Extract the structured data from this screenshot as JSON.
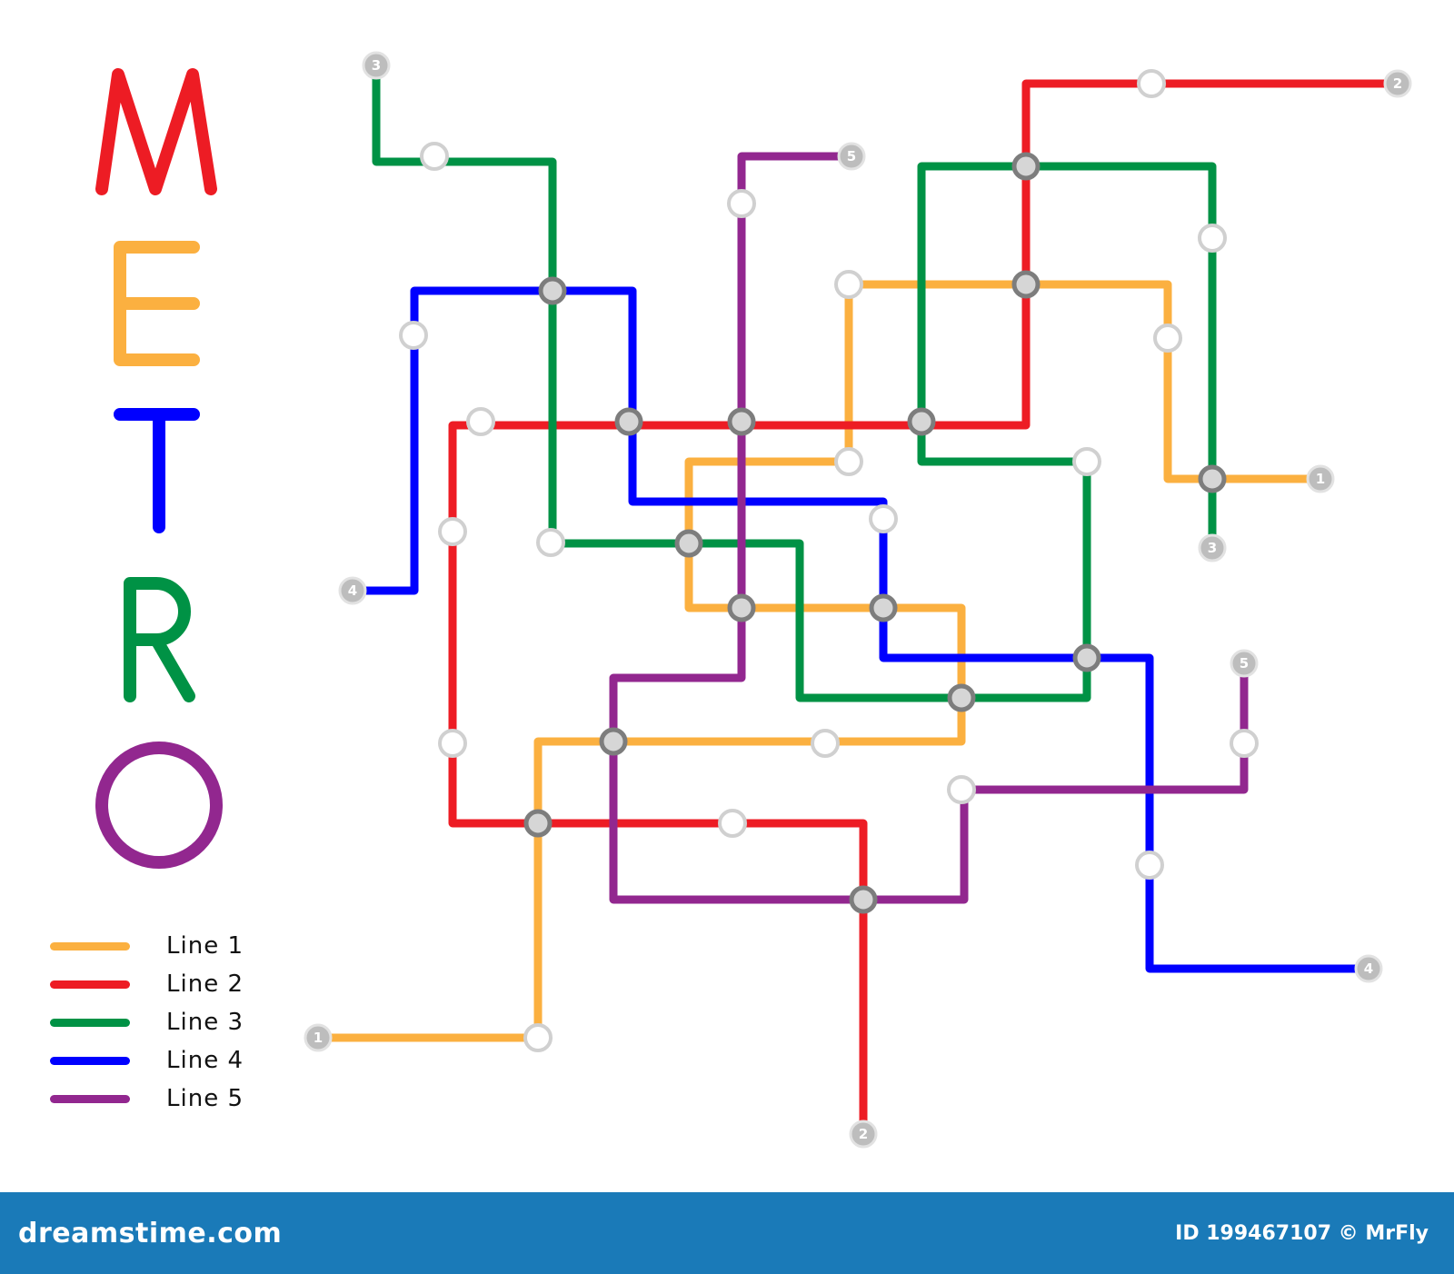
{
  "title_letters": [
    {
      "letter": "M",
      "color": "#ed1c24"
    },
    {
      "letter": "E",
      "color": "#fbb040"
    },
    {
      "letter": "T",
      "color": "#0000ff"
    },
    {
      "letter": "R",
      "color": "#009245"
    },
    {
      "letter": "O",
      "color": "#92278f"
    }
  ],
  "legend": [
    {
      "label": "Line 1",
      "color": "#fbb040"
    },
    {
      "label": "Line 2",
      "color": "#ed1c24"
    },
    {
      "label": "Line 3",
      "color": "#009245"
    },
    {
      "label": "Line 4",
      "color": "#0000ff"
    },
    {
      "label": "Line 5",
      "color": "#92278f"
    }
  ],
  "terminal_labels": [
    {
      "line": "Line 1",
      "text": "1"
    },
    {
      "line": "Line 1",
      "text": "1"
    },
    {
      "line": "Line 2",
      "text": "2"
    },
    {
      "line": "Line 2",
      "text": "2"
    },
    {
      "line": "Line 3",
      "text": "3"
    },
    {
      "line": "Line 3",
      "text": "3"
    },
    {
      "line": "Line 4",
      "text": "4"
    },
    {
      "line": "Line 4",
      "text": "4"
    },
    {
      "line": "Line 5",
      "text": "5"
    },
    {
      "line": "Line 5",
      "text": "5"
    }
  ],
  "footer": {
    "brand": "dreamstime.com",
    "id_text": "ID 199467107 © MrFly"
  }
}
